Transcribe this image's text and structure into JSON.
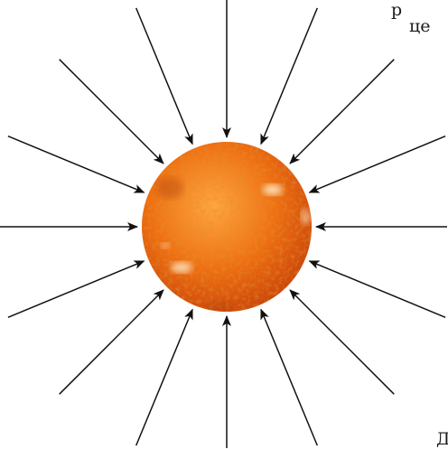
{
  "figure": {
    "background": "#ffffff",
    "arrow_color": "#111111",
    "arrow_count": 16,
    "sun": {
      "colors": {
        "highlight": "#ffa640",
        "mid": "#ef6f12",
        "edge": "#c8420a",
        "granule": "#b84a08",
        "bright_spot": "#fff1d2"
      }
    }
  },
  "clipped_text": {
    "top_right": "р",
    "top_right_line2": "це",
    "bottom_right": "Д"
  }
}
